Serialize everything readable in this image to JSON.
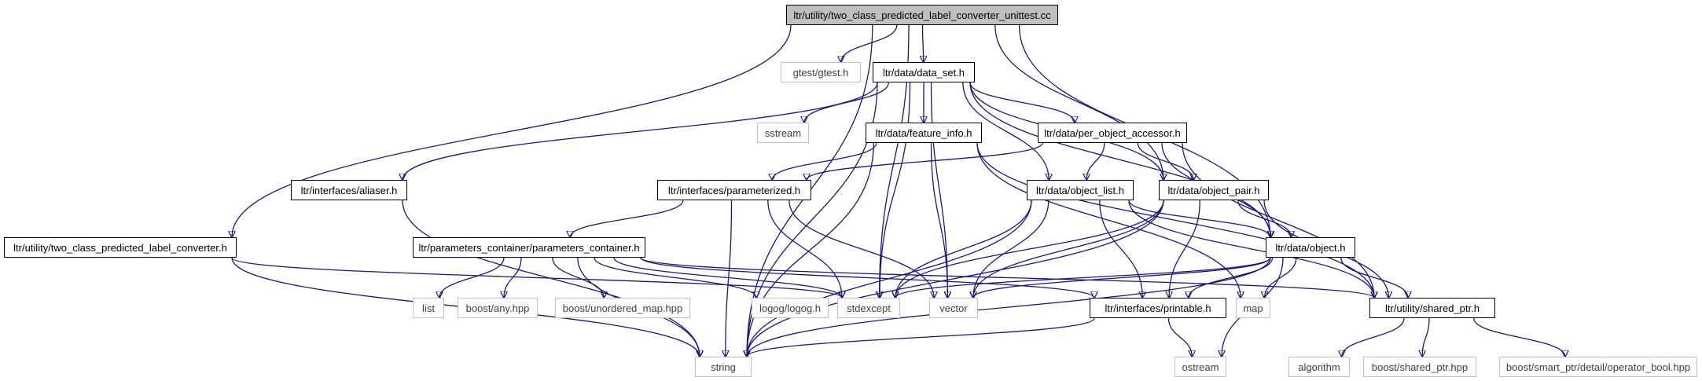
{
  "colors": {
    "edge": "#191970",
    "root_fill": "#bfbfbf",
    "node_border": "#000000",
    "external_border": "#bfbfbf"
  },
  "nodes": {
    "root": {
      "label": "ltr/utility/two_class_predicted_label_converter_unittest.cc",
      "kind": "root"
    },
    "gtest": {
      "label": "gtest/gtest.h",
      "kind": "external"
    },
    "data_set": {
      "label": "ltr/data/data_set.h",
      "kind": "local"
    },
    "converter": {
      "label": "ltr/utility/two_class_predicted_label_converter.h",
      "kind": "local"
    },
    "sstream": {
      "label": "sstream",
      "kind": "external"
    },
    "feature_info": {
      "label": "ltr/data/feature_info.h",
      "kind": "local"
    },
    "per_object_accessor": {
      "label": "ltr/data/per_object_accessor.h",
      "kind": "local"
    },
    "aliaser": {
      "label": "ltr/interfaces/aliaser.h",
      "kind": "local"
    },
    "parameterized": {
      "label": "ltr/interfaces/parameterized.h",
      "kind": "local"
    },
    "object_list": {
      "label": "ltr/data/object_list.h",
      "kind": "local"
    },
    "object_pair": {
      "label": "ltr/data/object_pair.h",
      "kind": "local"
    },
    "params_container": {
      "label": "ltr/parameters_container/parameters_container.h",
      "kind": "local"
    },
    "object": {
      "label": "ltr/data/object.h",
      "kind": "local"
    },
    "list": {
      "label": "list",
      "kind": "external"
    },
    "boost_any": {
      "label": "boost/any.hpp",
      "kind": "external"
    },
    "boost_unordered_map": {
      "label": "boost/unordered_map.hpp",
      "kind": "external"
    },
    "logog": {
      "label": "logog/logog.h",
      "kind": "external"
    },
    "stdexcept": {
      "label": "stdexcept",
      "kind": "external"
    },
    "vector": {
      "label": "vector",
      "kind": "external"
    },
    "printable": {
      "label": "ltr/interfaces/printable.h",
      "kind": "local"
    },
    "map": {
      "label": "map",
      "kind": "external"
    },
    "shared_ptr": {
      "label": "ltr/utility/shared_ptr.h",
      "kind": "local"
    },
    "string": {
      "label": "string",
      "kind": "external"
    },
    "ostream": {
      "label": "ostream",
      "kind": "external"
    },
    "algorithm": {
      "label": "algorithm",
      "kind": "external"
    },
    "boost_shared_ptr": {
      "label": "boost/shared_ptr.hpp",
      "kind": "external"
    },
    "operator_bool": {
      "label": "boost/smart_ptr/detail/operator_bool.hpp",
      "kind": "external"
    }
  },
  "edges": [
    [
      "root",
      "gtest"
    ],
    [
      "root",
      "data_set"
    ],
    [
      "root",
      "converter"
    ],
    [
      "root",
      "object_pair"
    ],
    [
      "root",
      "object"
    ],
    [
      "root",
      "stdexcept"
    ],
    [
      "root",
      "string"
    ],
    [
      "data_set",
      "sstream"
    ],
    [
      "data_set",
      "feature_info"
    ],
    [
      "data_set",
      "per_object_accessor"
    ],
    [
      "data_set",
      "aliaser"
    ],
    [
      "data_set",
      "object_list"
    ],
    [
      "data_set",
      "object_pair"
    ],
    [
      "data_set",
      "object"
    ],
    [
      "data_set",
      "string"
    ],
    [
      "data_set",
      "stdexcept"
    ],
    [
      "data_set",
      "vector"
    ],
    [
      "feature_info",
      "parameterized"
    ],
    [
      "feature_info",
      "vector"
    ],
    [
      "feature_info",
      "map"
    ],
    [
      "feature_info",
      "string"
    ],
    [
      "feature_info",
      "shared_ptr"
    ],
    [
      "per_object_accessor",
      "parameterized"
    ],
    [
      "per_object_accessor",
      "object_list"
    ],
    [
      "per_object_accessor",
      "object_pair"
    ],
    [
      "per_object_accessor",
      "object"
    ],
    [
      "per_object_accessor",
      "shared_ptr"
    ],
    [
      "aliaser",
      "string"
    ],
    [
      "parameterized",
      "params_container"
    ],
    [
      "parameterized",
      "string"
    ],
    [
      "parameterized",
      "stdexcept"
    ],
    [
      "parameterized",
      "vector"
    ],
    [
      "object_list",
      "object"
    ],
    [
      "object_list",
      "printable"
    ],
    [
      "object_list",
      "shared_ptr"
    ],
    [
      "object_list",
      "stdexcept"
    ],
    [
      "object_list",
      "vector"
    ],
    [
      "object_list",
      "string"
    ],
    [
      "object_pair",
      "object"
    ],
    [
      "object_pair",
      "printable"
    ],
    [
      "object_pair",
      "shared_ptr"
    ],
    [
      "object_pair",
      "stdexcept"
    ],
    [
      "object_pair",
      "vector"
    ],
    [
      "object_pair",
      "string"
    ],
    [
      "params_container",
      "list"
    ],
    [
      "params_container",
      "boost_any"
    ],
    [
      "params_container",
      "boost_unordered_map"
    ],
    [
      "params_container",
      "logog"
    ],
    [
      "params_container",
      "stdexcept"
    ],
    [
      "params_container",
      "string"
    ],
    [
      "params_container",
      "printable"
    ],
    [
      "params_container",
      "shared_ptr"
    ],
    [
      "converter",
      "stdexcept"
    ],
    [
      "converter",
      "string"
    ],
    [
      "object",
      "printable"
    ],
    [
      "object",
      "shared_ptr"
    ],
    [
      "object",
      "map"
    ],
    [
      "object",
      "vector"
    ],
    [
      "object",
      "stdexcept"
    ],
    [
      "object",
      "ostream"
    ],
    [
      "object",
      "string"
    ],
    [
      "printable",
      "string"
    ],
    [
      "printable",
      "ostream"
    ],
    [
      "shared_ptr",
      "algorithm"
    ],
    [
      "shared_ptr",
      "boost_shared_ptr"
    ],
    [
      "shared_ptr",
      "operator_bool"
    ]
  ]
}
